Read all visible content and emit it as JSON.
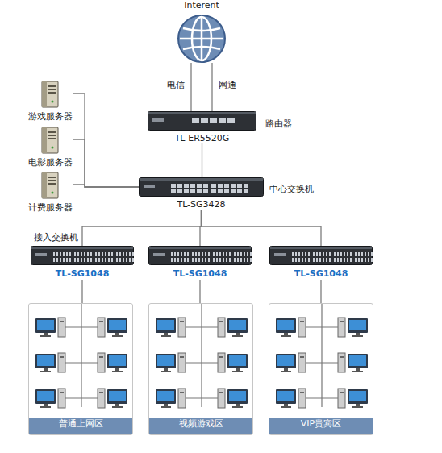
{
  "diagram": {
    "nodes": [
      {
        "text": [
          "Interent"
        ]
      },
      {
        "text": [
          "TL-ER5520G",
          "路由器"
        ]
      },
      {
        "text": [
          "游戏服务器"
        ]
      },
      {
        "text": [
          "电影服务器"
        ]
      },
      {
        "text": [
          "计费服务器"
        ]
      },
      {
        "text": [
          "TL-SG3428",
          "中心交换机"
        ]
      },
      {
        "text": [
          "TL-SG1048"
        ]
      },
      {
        "text": [
          "TL-SG1048"
        ]
      },
      {
        "text": [
          "TL-SG1048"
        ]
      },
      {
        "text": [
          "普通上网区"
        ]
      },
      {
        "text": [
          "视频游戏区"
        ]
      },
      {
        "text": [
          "VIP贵宾区"
        ]
      }
    ],
    "edges": [
      {
        "from": 0,
        "to": 1,
        "label": "电信",
        "arrow": "none"
      },
      {
        "from": 0,
        "to": 1,
        "label": "网通",
        "arrow": "none"
      },
      {
        "from": 1,
        "to": 5,
        "arrow": "none"
      },
      {
        "from": 2,
        "to": 5,
        "arrow": "none"
      },
      {
        "from": 3,
        "to": 5,
        "arrow": "none"
      },
      {
        "from": 4,
        "to": 5,
        "arrow": "none"
      },
      {
        "from": 5,
        "to": 6,
        "arrow": "none"
      },
      {
        "from": 5,
        "to": 7,
        "arrow": "none"
      },
      {
        "from": 5,
        "to": 8,
        "arrow": "none"
      },
      {
        "from": 6,
        "to": 9,
        "arrow": "none"
      },
      {
        "from": 7,
        "to": 10,
        "arrow": "none"
      },
      {
        "from": 8,
        "to": 11,
        "arrow": "none"
      }
    ],
    "labels": [
      "接入交换机"
    ]
  }
}
